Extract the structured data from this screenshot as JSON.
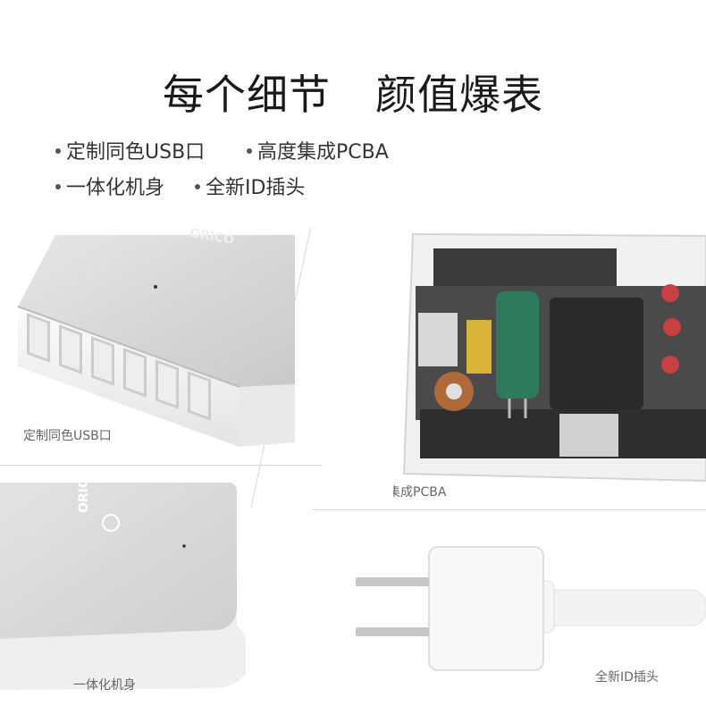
{
  "title": {
    "left": "每个细节",
    "right": "颜值爆表"
  },
  "features": [
    "定制同色USB口",
    "高度集成PCBA",
    "一体化机身",
    "全新ID插头"
  ],
  "panels": {
    "usb": {
      "caption": "定制同色USB口",
      "logo": "ORICO"
    },
    "pcba": {
      "caption": "高度集成PCBA"
    },
    "body": {
      "caption": "一体化机身",
      "logo": "ORICO"
    },
    "plug": {
      "caption": "全新ID插头"
    }
  },
  "colors": {
    "housing": "#d9d9d9",
    "white": "#f5f5f5",
    "text": "#222222"
  }
}
